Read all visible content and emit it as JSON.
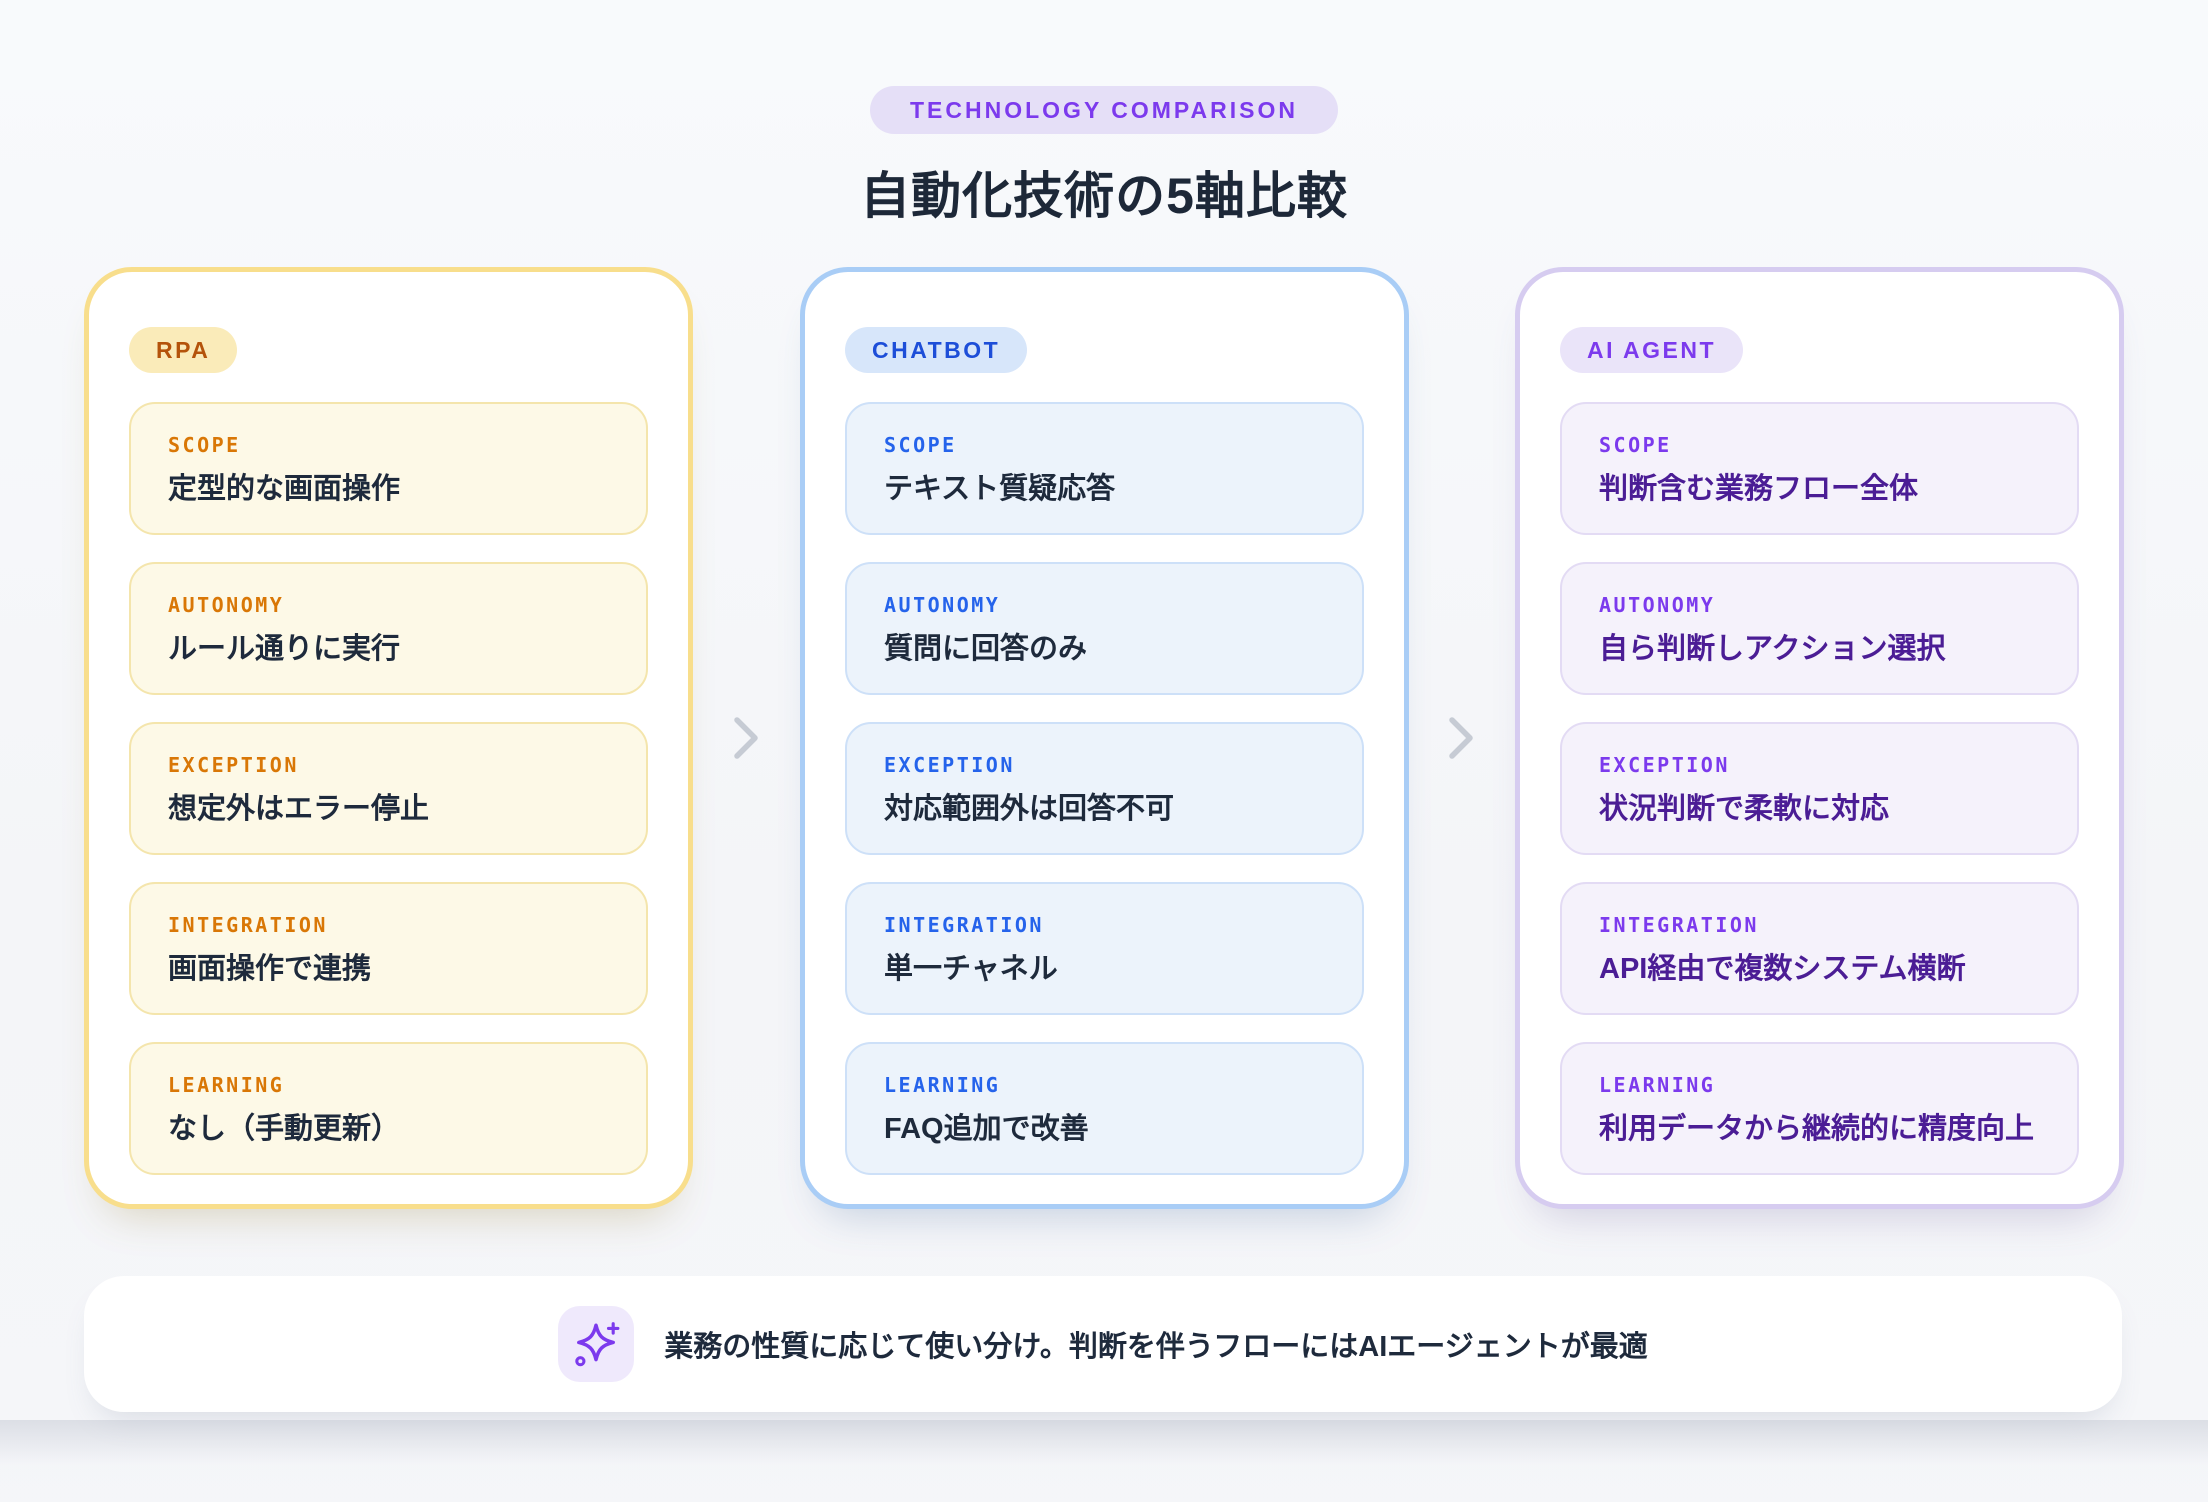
{
  "header": {
    "badge": "TECHNOLOGY COMPARISON",
    "title": "自動化技術の5軸比較"
  },
  "columns": [
    {
      "name": "RPA",
      "badge": "RPA",
      "accent_color": "#B4530A",
      "label_color": "#D97706",
      "border_color": "#F8DE8C",
      "items": [
        {
          "label": "SCOPE",
          "value": "定型的な画面操作"
        },
        {
          "label": "AUTONOMY",
          "value": "ルール通りに実行"
        },
        {
          "label": "EXCEPTION",
          "value": "想定外はエラー停止"
        },
        {
          "label": "INTEGRATION",
          "value": "画面操作で連携"
        },
        {
          "label": "LEARNING",
          "value": "なし（手動更新）"
        }
      ]
    },
    {
      "name": "CHATBOT",
      "badge": "CHATBOT",
      "accent_color": "#1D4ED8",
      "label_color": "#2563EB",
      "border_color": "#A9CDF6",
      "items": [
        {
          "label": "SCOPE",
          "value": "テキスト質疑応答"
        },
        {
          "label": "AUTONOMY",
          "value": "質問に回答のみ"
        },
        {
          "label": "EXCEPTION",
          "value": "対応範囲外は回答不可"
        },
        {
          "label": "INTEGRATION",
          "value": "単一チャネル"
        },
        {
          "label": "LEARNING",
          "value": "FAQ追加で改善"
        }
      ]
    },
    {
      "name": "AI AGENT",
      "badge": "AI AGENT",
      "accent_color": "#7C3AED",
      "label_color": "#7C3AED",
      "value_color": "#4B1D95",
      "border_color": "#D6CCF0",
      "items": [
        {
          "label": "SCOPE",
          "value": "判断含む業務フロー全体"
        },
        {
          "label": "AUTONOMY",
          "value": "自ら判断しアクション選択"
        },
        {
          "label": "EXCEPTION",
          "value": "状況判断で柔軟に対応"
        },
        {
          "label": "INTEGRATION",
          "value": "API経由で複数システム横断"
        },
        {
          "label": "LEARNING",
          "value": "利用データから継続的に精度向上"
        }
      ]
    }
  ],
  "separators": {
    "icon": "chevron-right-icon",
    "color": "#C6CBD4"
  },
  "footer": {
    "icon": "sparkles-icon",
    "icon_color": "#7C3AED",
    "text": "業務の性質に応じて使い分け。判断を伴うフローにはAIエージェントが最適"
  }
}
